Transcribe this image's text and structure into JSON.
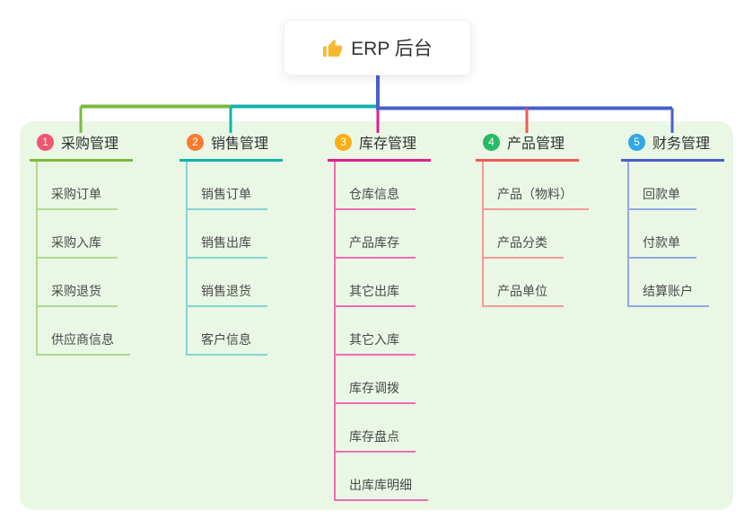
{
  "app": {
    "title": "ERP 后台",
    "icon": "thumbs-up-icon"
  },
  "colors": {
    "panel_bg": "#eaf7e5",
    "root_connector": "#4a5fc8",
    "root_icon": "#f7b731",
    "title_text": "#333333",
    "child_text": "#4a4a4a"
  },
  "branches": [
    {
      "badge": "1",
      "title": "采购管理",
      "badge_color": "#ef5670",
      "line_color": "#7cb93f",
      "child_line_color": "#b2d98e",
      "children": [
        "采购订单",
        "采购入库",
        "采购退货",
        "供应商信息"
      ]
    },
    {
      "badge": "2",
      "title": "销售管理",
      "badge_color": "#f87c2f",
      "line_color": "#13b3ab",
      "child_line_color": "#82d5cf",
      "children": [
        "销售订单",
        "销售出库",
        "销售退货",
        "客户信息"
      ]
    },
    {
      "badge": "3",
      "title": "库存管理",
      "badge_color": "#fbaf17",
      "line_color": "#e01f8f",
      "child_line_color": "#ef6cb5",
      "children": [
        "仓库信息",
        "产品库存",
        "其它出库",
        "其它入库",
        "库存调拨",
        "库存盘点",
        "出库库明细"
      ]
    },
    {
      "badge": "4",
      "title": "产品管理",
      "badge_color": "#2ab967",
      "line_color": "#ef5a55",
      "child_line_color": "#f49b97",
      "children": [
        "产品（物料）",
        "产品分类",
        "产品单位"
      ]
    },
    {
      "badge": "5",
      "title": "财务管理",
      "badge_color": "#30a8e4",
      "line_color": "#4a5fc8",
      "child_line_color": "#92a7e6",
      "children": [
        "回款单",
        "付款单",
        "结算账户"
      ]
    }
  ]
}
